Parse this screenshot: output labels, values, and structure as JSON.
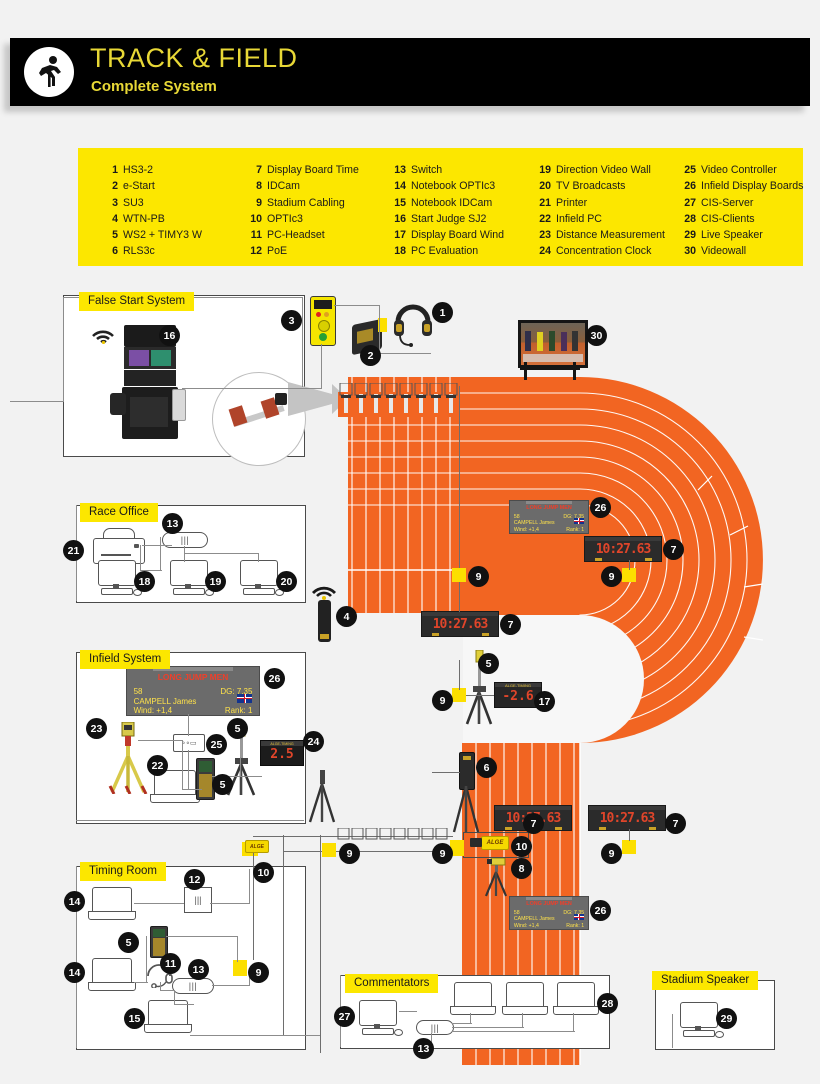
{
  "header": {
    "title": "TRACK & FIELD",
    "subtitle": "Complete System",
    "logo_icon": "running-athlete-icon",
    "bg_color": "#000000",
    "text_color": "#e8d836"
  },
  "legend": {
    "bg_color": "#fce700",
    "items": [
      {
        "num": "1",
        "label": "HS3-2"
      },
      {
        "num": "2",
        "label": "e-Start"
      },
      {
        "num": "3",
        "label": "SU3"
      },
      {
        "num": "4",
        "label": "WTN-PB"
      },
      {
        "num": "5",
        "label": "WS2 + TIMY3 W"
      },
      {
        "num": "6",
        "label": "RLS3c"
      },
      {
        "num": "7",
        "label": "Display Board Time"
      },
      {
        "num": "8",
        "label": "IDCam"
      },
      {
        "num": "9",
        "label": "Stadium Cabling"
      },
      {
        "num": "10",
        "label": "OPTIc3"
      },
      {
        "num": "11",
        "label": "PC-Headset"
      },
      {
        "num": "12",
        "label": "PoE"
      },
      {
        "num": "13",
        "label": "Switch"
      },
      {
        "num": "14",
        "label": "Notebook OPTIc3"
      },
      {
        "num": "15",
        "label": "Notebook IDCam"
      },
      {
        "num": "16",
        "label": "Start Judge SJ2"
      },
      {
        "num": "17",
        "label": "Display Board Wind"
      },
      {
        "num": "18",
        "label": "PC Evaluation"
      },
      {
        "num": "19",
        "label": "Direction Video Wall"
      },
      {
        "num": "20",
        "label": "TV Broadcasts"
      },
      {
        "num": "21",
        "label": "Printer"
      },
      {
        "num": "22",
        "label": "Infield PC"
      },
      {
        "num": "23",
        "label": "Distance Measurement"
      },
      {
        "num": "24",
        "label": "Concentration Clock"
      },
      {
        "num": "25",
        "label": "Video Controller"
      },
      {
        "num": "26",
        "label": "Infield Display Boards"
      },
      {
        "num": "27",
        "label": "CIS-Server"
      },
      {
        "num": "28",
        "label": "CIS-Clients"
      },
      {
        "num": "29",
        "label": "Live Speaker"
      },
      {
        "num": "30",
        "label": "Videowall"
      }
    ]
  },
  "panels": {
    "false_start": "False Start System",
    "race_office": "Race Office",
    "infield_system": "Infield System",
    "timing_room": "Timing Room",
    "commentators": "Commentators",
    "stadium_speaker": "Stadium Speaker"
  },
  "display_boards": {
    "time_value": "10:27.63",
    "wind_value": "-2.6",
    "concentration_value": "2.5",
    "board_header": "ALGE-TIMING"
  },
  "infield_board": {
    "title": "LONG JUMP MEN",
    "bib": "58",
    "best": "DG: 7.35",
    "athlete": "CAMPELL James",
    "wind": "Wind: +1,4",
    "rank": "Rank: 1",
    "flag": "GB"
  },
  "callouts": {
    "false_start_cam": "16",
    "su3": "3",
    "estart": "2",
    "hs3_2": "1",
    "videowall": "30",
    "printer": "21",
    "switch_race_office": "13",
    "pc_evaluation": "18",
    "direction_video_wall": "19",
    "tv_broadcasts": "20",
    "infield_display_board_top": "26",
    "infield_display_board_bottom": "26",
    "distance_measurement": "23",
    "infield_pc": "22",
    "video_controller": "25",
    "ws2_timy_a": "5",
    "ws2_timy_b": "5",
    "concentration_clock": "24",
    "notebook_optic3_a": "14",
    "notebook_optic3_b": "14",
    "poe": "12",
    "ws2_timy_timing": "5",
    "pc_headset": "11",
    "switch_timing": "13",
    "notebook_idcam": "15",
    "cabling_timing": "9",
    "optic3_timing": "10",
    "cis_server": "27",
    "cis_clients": "28",
    "switch_commentators": "13",
    "live_speaker": "29",
    "wtn_pb": "4",
    "rls3c": "6",
    "optic3_track": "10",
    "idcam_track": "8",
    "display_board_wind": "17",
    "board_7_a": "7",
    "board_7_b": "7",
    "board_7_c": "7",
    "board_7_d": "7",
    "board_7_e": "7",
    "cable_9_a": "9",
    "cable_9_b": "9",
    "cable_9_c": "9",
    "cable_9_d": "9",
    "cable_9_e": "9",
    "cable_9_f": "9",
    "cable_9_g": "9"
  },
  "colors": {
    "track": "#f26522",
    "track_line": "#ffffff",
    "accent_yellow": "#fce700",
    "node_yellow": "#fcdf00",
    "bubble": "#111111",
    "panel_border": "#4a4a4a",
    "cable": "#8c8c8c",
    "board_digit": "#e0452a"
  }
}
